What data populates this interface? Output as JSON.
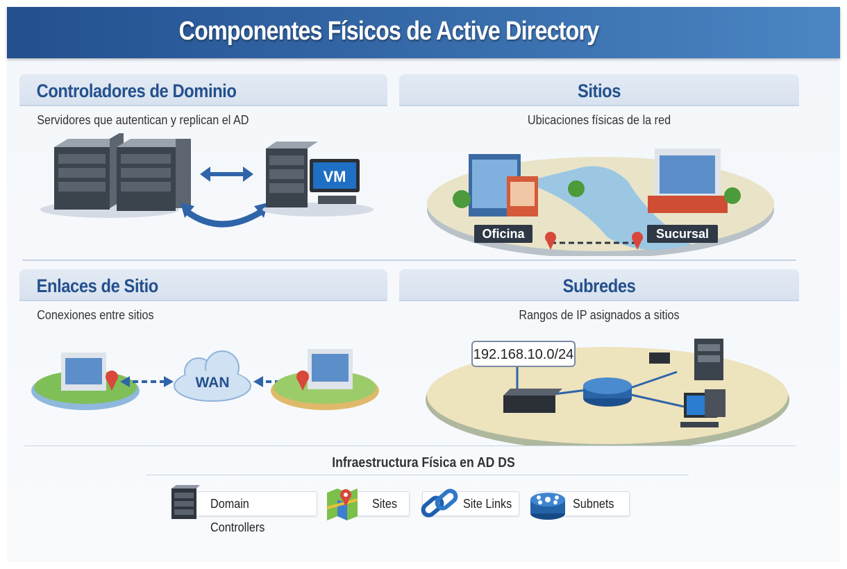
{
  "title": "Componentes Físicos de Active Directory",
  "cards": [
    {
      "title": "Controladores de Dominio",
      "subtitle": "Servidores que autentican y replican el AD",
      "vm_label": "VM"
    },
    {
      "title": "Sitios",
      "subtitle": "Ubicaciones físicas de la red",
      "labels": [
        "Oficina",
        "Sucursal"
      ]
    },
    {
      "title": "Enlaces de Sitio",
      "subtitle": "Conexiones entre sitios",
      "cloud_label": "WAN"
    },
    {
      "title": "Subredes",
      "subtitle": "Rangos de IP asignados a sitios",
      "ip_label": "192.168.10.0/24"
    }
  ],
  "footer": {
    "title": "Infraestructura Física en AD DS",
    "legend": [
      {
        "label": "Domain Controllers",
        "icon": "server-icon"
      },
      {
        "label": "Sites",
        "icon": "map-pin-icon"
      },
      {
        "label": "Site Links",
        "icon": "chain-link-icon"
      },
      {
        "label": "Subnets",
        "icon": "router-icon"
      }
    ]
  },
  "colors": {
    "header": "#2c5fa0",
    "heading": "#24508c",
    "pin": "#d9473a"
  }
}
